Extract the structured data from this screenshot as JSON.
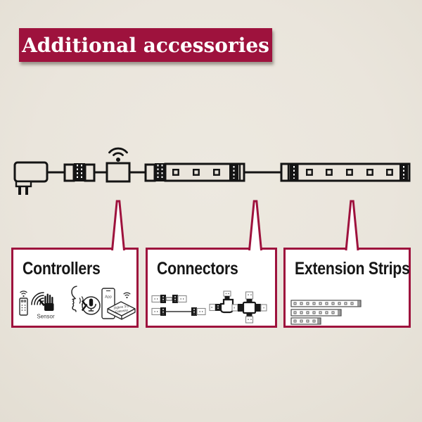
{
  "banner": {
    "label": "Additional accessories"
  },
  "colors": {
    "brand": "#9E123D",
    "background": "#EAE5DC",
    "line": "#141414"
  },
  "diagram": {
    "parts": [
      "power-plug",
      "clip-connector",
      "wifi-controller",
      "led-strip",
      "strip-gap-cable",
      "led-strip-2"
    ]
  },
  "callouts": [
    {
      "label": "Controllers",
      "icons": [
        "remote-control-icon",
        "gesture-sensor-icon",
        "voice-assistant-icon",
        "app-gateway-icon"
      ],
      "texts": {
        "sensor": "Sensor",
        "app": "App",
        "zigbee_line1": "Zigbee 3.0",
        "zigbee_line2": "Gateway"
      }
    },
    {
      "label": "Connectors",
      "icons": [
        "straight-connector-icon",
        "cable-connector-icon",
        "corner-connector-icon",
        "cross-connector-icon"
      ]
    },
    {
      "label": "Extension Strips",
      "icons": [
        "strip-long-icon",
        "strip-medium-icon",
        "strip-short-icon"
      ]
    }
  ]
}
